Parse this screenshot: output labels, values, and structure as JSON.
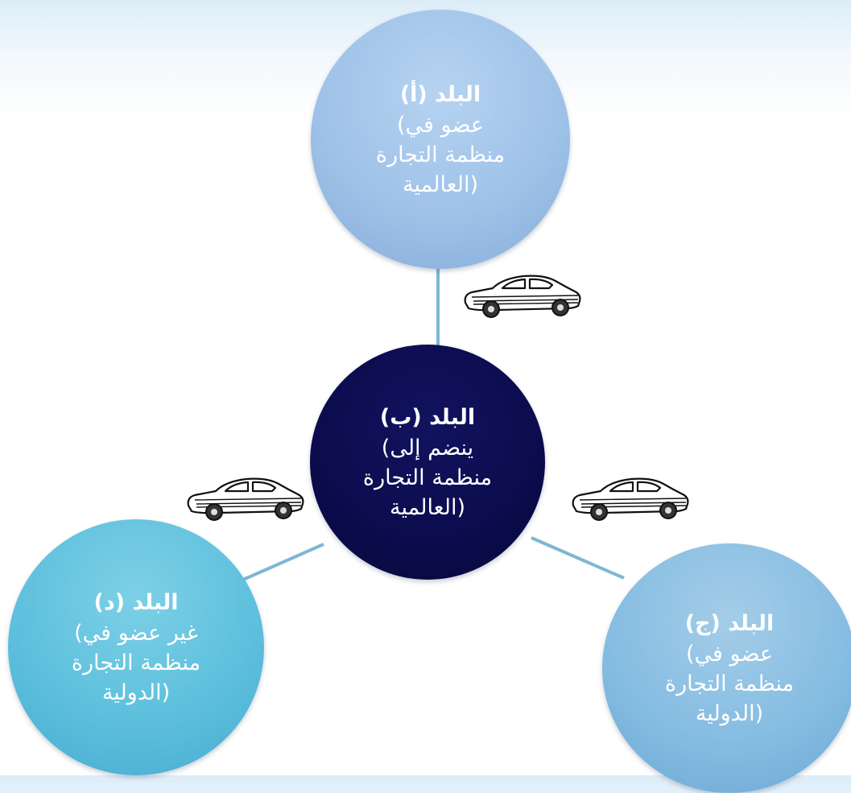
{
  "diagram": {
    "nodes": [
      {
        "id": "a",
        "title": "البلد (أ)",
        "lines": [
          "(عضو في",
          "منظمة التجارة",
          "العالمية)"
        ]
      },
      {
        "id": "b",
        "title": "البلد (ب)",
        "lines": [
          "(ينضم إلى",
          "منظمة التجارة",
          "العالمية)"
        ]
      },
      {
        "id": "c",
        "title": "البلد (ج)",
        "lines": [
          "(عضو في",
          "منظمة التجارة",
          "الدولية)"
        ]
      },
      {
        "id": "d",
        "title": "البلد (د)",
        "lines": [
          "(غير عضو في",
          "منظمة التجارة",
          "الدولية)"
        ]
      }
    ],
    "edges": [
      {
        "from": "b",
        "to": "a"
      },
      {
        "from": "b",
        "to": "c"
      },
      {
        "from": "b",
        "to": "d"
      }
    ],
    "colors": {
      "node_a": "#9fc2e8",
      "node_b": "#0c0c4f",
      "node_c": "#86bde2",
      "node_d": "#5ec0dd",
      "connector": "#7fb6d6",
      "text": "#ffffff"
    },
    "icons": [
      "car-icon",
      "car-icon",
      "car-icon"
    ]
  }
}
